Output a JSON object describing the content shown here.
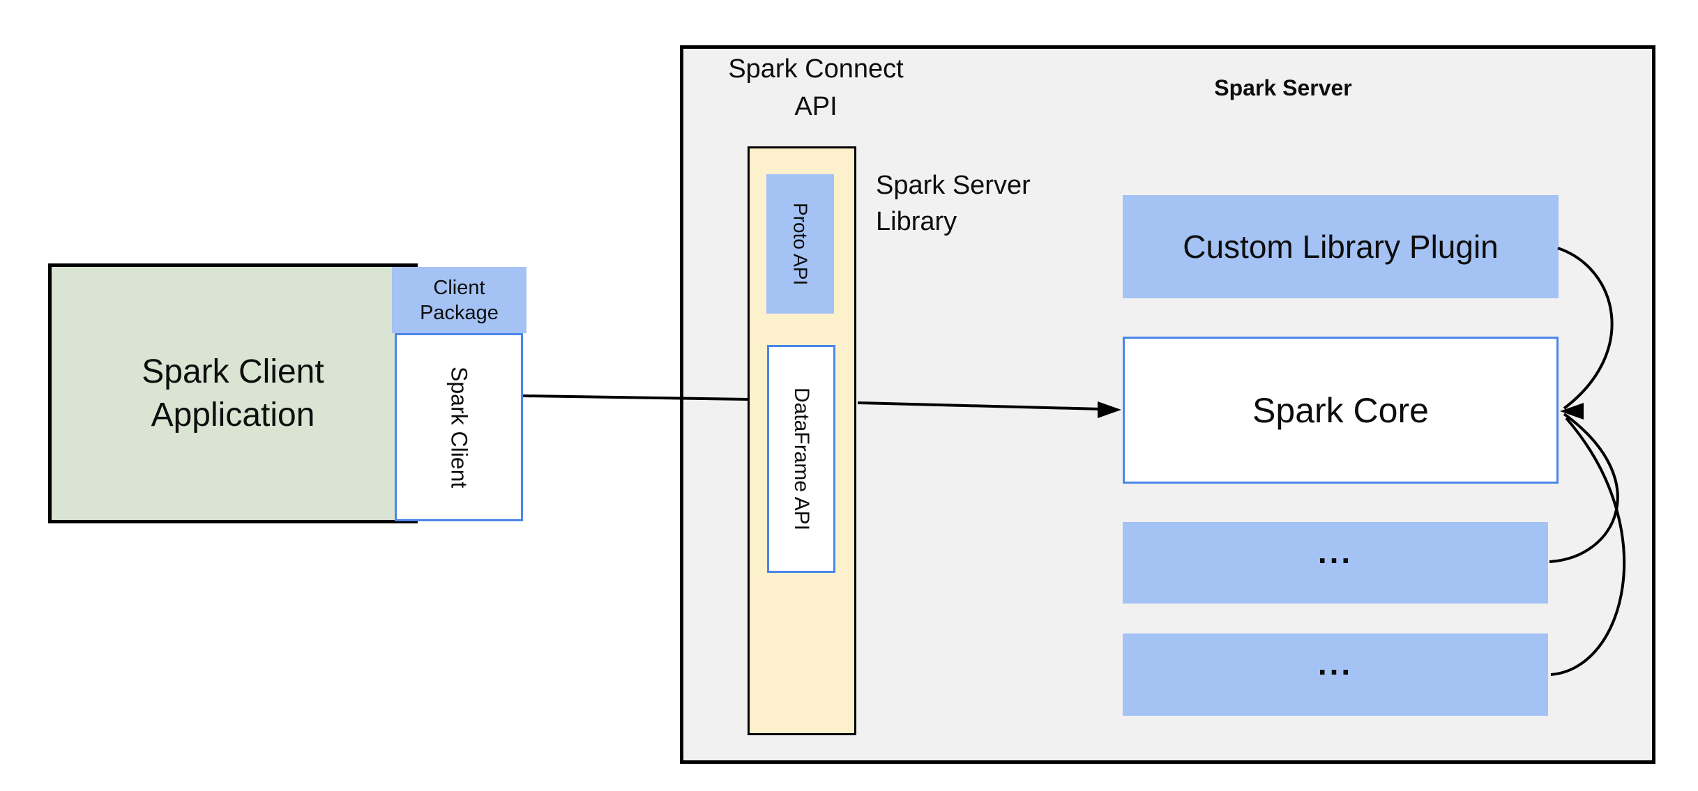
{
  "colors": {
    "page_bg": "#ffffff",
    "server_panel_bg": "#f1f1f1",
    "green_fill": "#d9e5d2",
    "blue_fill": "#a4c2f4",
    "yellow_fill": "#fdf0cc",
    "blue_border": "#4a86e8",
    "line": "#000000",
    "text": "#0d0d0d"
  },
  "nodes": {
    "spark_client_application": "Spark Client\nApplication",
    "client_package": "Client\nPackage",
    "spark_client": "Spark Client",
    "spark_connect_api": "Spark Connect\nAPI",
    "proto_api": "Proto API",
    "dataframe_api": "DataFrame API",
    "spark_server_library": "Spark Server\nLibrary",
    "spark_server_title": "Spark Server",
    "custom_library_plugin": "Custom Library Plugin",
    "spark_core": "Spark Core",
    "ellipsis_1": "...",
    "ellipsis_2": "..."
  }
}
